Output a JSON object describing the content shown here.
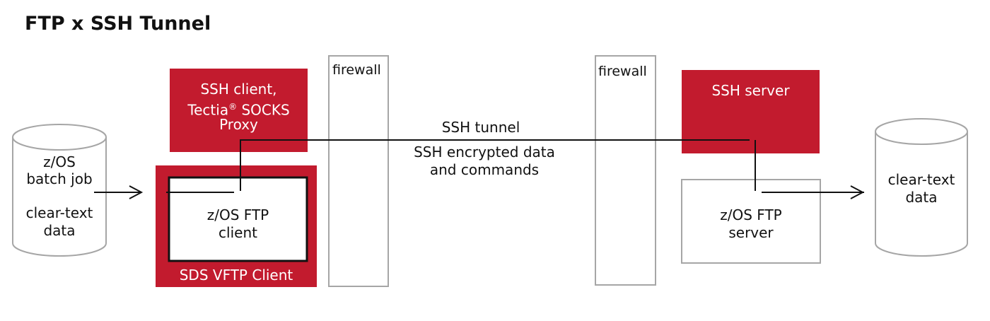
{
  "title": "FTP x SSH Tunnel",
  "colors": {
    "brand_red": "#c21b2e",
    "line": "#111111",
    "outline": "#a6a6a6"
  },
  "left_cylinder": {
    "line1": "z/OS",
    "line2": "batch job",
    "line3": "clear-text",
    "line4": "data"
  },
  "ssh_client": {
    "line1": "SSH client,",
    "line2_a": "Tectia",
    "line2_sup": "®",
    "line2_b": " SOCKS",
    "line3": "Proxy"
  },
  "vftp_box": {
    "inner_line1": "z/OS FTP",
    "inner_line2": "client",
    "caption": "SDS VFTP Client"
  },
  "firewalls": [
    {
      "label": "firewall"
    },
    {
      "label": "firewall"
    }
  ],
  "tunnel": {
    "label": "SSH tunnel",
    "desc_line1": "SSH encrypted data",
    "desc_line2": "and commands"
  },
  "ssh_server": {
    "label": "SSH server"
  },
  "ftp_server": {
    "line1": "z/OS FTP",
    "line2": "server"
  },
  "right_cylinder": {
    "line1": "clear-text",
    "line2": "data"
  }
}
